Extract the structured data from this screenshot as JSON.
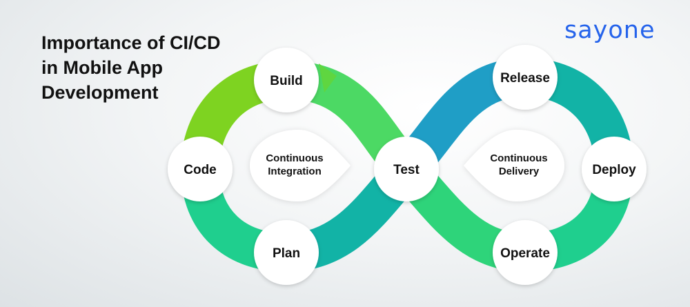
{
  "header": {
    "title_lines": [
      "Importance of CI/CD",
      "in Mobile App",
      "Development"
    ],
    "logo_text": "sayone"
  },
  "diagram": {
    "left_loop": {
      "center_lines": [
        "Continuous",
        "Integration"
      ],
      "nodes": [
        "Build",
        "Code",
        "Plan"
      ]
    },
    "right_loop": {
      "center_lines": [
        "Continuous",
        "Delivery"
      ],
      "nodes": [
        "Release",
        "Deploy",
        "Operate"
      ]
    },
    "shared_node": "Test"
  },
  "colors": {
    "lime": "#7ed321",
    "green": "#4cd964",
    "teal": "#12b3a6",
    "mint": "#1fcf8e",
    "blue": "#1f9ec6",
    "logo_blue": "#2563eb"
  }
}
